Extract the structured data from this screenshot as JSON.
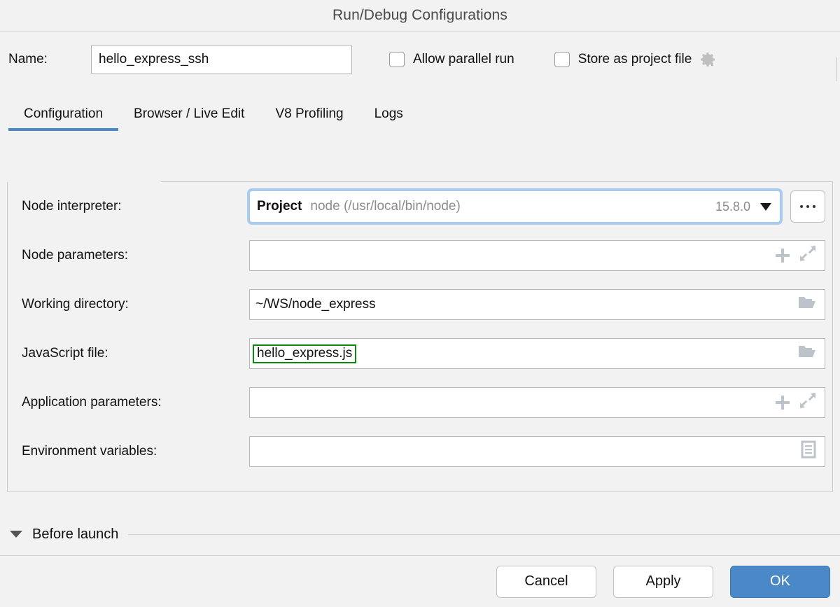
{
  "window": {
    "title": "Run/Debug Configurations"
  },
  "header": {
    "name_label": "Name:",
    "name_value": "hello_express_ssh",
    "name_placeholder": "",
    "allow_parallel_run_label": "Allow parallel run",
    "allow_parallel_run_checked": false,
    "store_as_project_file_label": "Store as project file",
    "store_as_project_file_checked": false,
    "gear_icon": "gear-icon"
  },
  "tabs": [
    {
      "label": "Configuration",
      "active": true
    },
    {
      "label": "Browser / Live Edit",
      "active": false
    },
    {
      "label": "V8 Profiling",
      "active": false
    },
    {
      "label": "Logs",
      "active": false
    }
  ],
  "form": {
    "node_interpreter": {
      "label": "Node interpreter:",
      "scope": "Project",
      "path": "node (/usr/local/bin/node)",
      "version": "15.8.0",
      "browse_button": "...",
      "focused": true
    },
    "node_parameters": {
      "label": "Node parameters:",
      "value": "",
      "placeholder": "",
      "icons": [
        "plus-icon",
        "expand-icon"
      ]
    },
    "working_directory": {
      "label": "Working directory:",
      "value": "~/WS/node_express",
      "placeholder": "",
      "icons": [
        "folder-icon"
      ]
    },
    "javascript_file": {
      "label": "JavaScript file:",
      "value": "hello_express.js",
      "placeholder": "",
      "highlight_color": "#0b8a0b",
      "icons": [
        "folder-icon"
      ]
    },
    "application_parameters": {
      "label": "Application parameters:",
      "value": "",
      "placeholder": "",
      "icons": [
        "plus-icon",
        "expand-icon"
      ]
    },
    "environment_variables": {
      "label": "Environment variables:",
      "value": "",
      "placeholder": "",
      "icons": [
        "document-list-icon"
      ]
    }
  },
  "before_launch": {
    "label": "Before launch",
    "expanded": true
  },
  "footer": {
    "cancel_label": "Cancel",
    "apply_label": "Apply",
    "ok_label": "OK"
  },
  "colors": {
    "accent": "#4a88c7",
    "highlight_green": "#0b8a0b",
    "background": "#f2f2f2",
    "field_background": "#ffffff",
    "icon_gray": "#bcc3ca"
  }
}
